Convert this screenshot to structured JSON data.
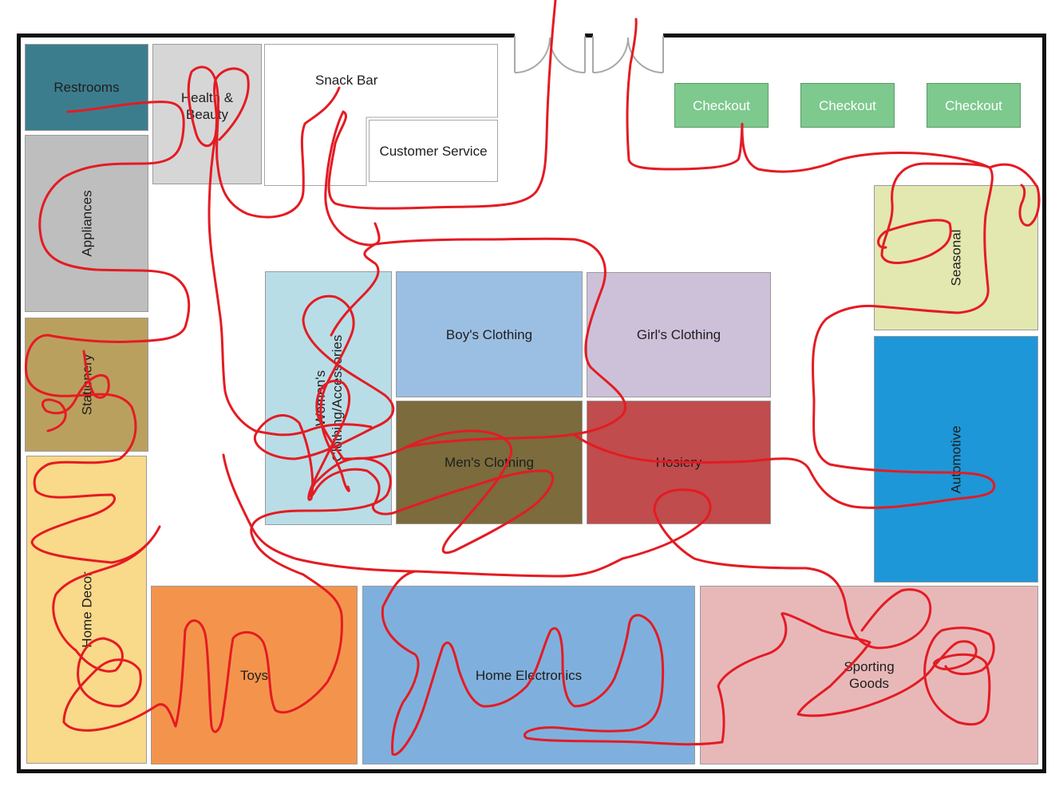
{
  "store_map": {
    "restrooms": {
      "label": "Restrooms",
      "color": "#3c7d8d"
    },
    "health_beauty": {
      "label": "Health &\nBeauty",
      "color": "#d6d6d6"
    },
    "snack_bar": {
      "label": "Snack Bar",
      "color": "#ffffff"
    },
    "customer_service": {
      "label": "Customer Service",
      "color": "#ffffff"
    },
    "appliances": {
      "label": "Appliances",
      "color": "#bebebe"
    },
    "stationery": {
      "label": "Stationery",
      "color": "#baa05e"
    },
    "home_decor": {
      "label": "Home Decor",
      "color": "#f9d98a"
    },
    "womens_clothing": {
      "label": "Women's\nClothing/Accessories",
      "color": "#b9dde6"
    },
    "boys_clothing": {
      "label": "Boy's Clothing",
      "color": "#9bbfe3"
    },
    "girls_clothing": {
      "label": "Girl's Clothing",
      "color": "#cdc1d9"
    },
    "mens_clothing": {
      "label": "Men's Clothing",
      "color": "#7b6b3d"
    },
    "hosiery": {
      "label": "Hosiery",
      "color": "#c04c4d"
    },
    "seasonal": {
      "label": "Seasonal",
      "color": "#e3e7b0"
    },
    "automotive": {
      "label": "Automotive",
      "color": "#1e97d8"
    },
    "toys": {
      "label": "Toys",
      "color": "#f4944c"
    },
    "home_electronics": {
      "label": "Home Electronics",
      "color": "#7fb0dd"
    },
    "sporting_goods": {
      "label": "Sporting\nGoods",
      "color": "#e8b8b9"
    },
    "checkouts": [
      {
        "label": "Checkout"
      },
      {
        "label": "Checkout"
      },
      {
        "label": "Checkout"
      }
    ],
    "checkout_color": "#7ec98e",
    "path_color": "#e41b23"
  }
}
